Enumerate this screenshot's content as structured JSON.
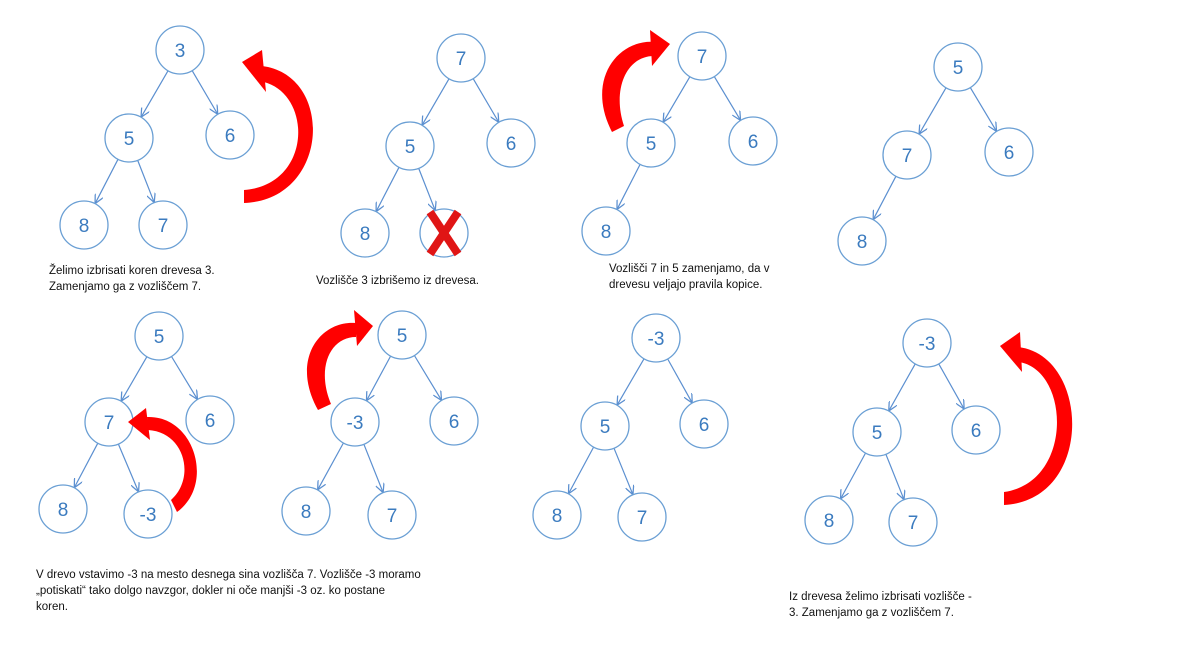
{
  "colors": {
    "node_text": "#3b7bbf",
    "node_stroke": "#6a9fd4",
    "edge": "#5b8fd0",
    "arrow": "#ff0000",
    "cross": "#e01515"
  },
  "steps": [
    {
      "id": "step-1",
      "nodes": [
        "3",
        "5",
        "6",
        "8",
        "7"
      ]
    },
    {
      "id": "step-2",
      "nodes": [
        "7",
        "5",
        "6",
        "8"
      ],
      "deleted_marker_icon": "x-mark-icon"
    },
    {
      "id": "step-3",
      "nodes": [
        "7",
        "5",
        "6",
        "8"
      ]
    },
    {
      "id": "step-4",
      "nodes": [
        "5",
        "7",
        "6",
        "8"
      ]
    },
    {
      "id": "step-5",
      "nodes": [
        "5",
        "7",
        "6",
        "8",
        "-3"
      ]
    },
    {
      "id": "step-6",
      "nodes": [
        "5",
        "-3",
        "6",
        "8",
        "7"
      ]
    },
    {
      "id": "step-7",
      "nodes": [
        "-3",
        "5",
        "6",
        "8",
        "7"
      ]
    },
    {
      "id": "step-8",
      "nodes": [
        "-3",
        "5",
        "6",
        "8",
        "7"
      ]
    }
  ],
  "captions": {
    "step_1": [
      "Želimo izbrisati koren drevesa 3.",
      "Zamenjamo ga z vozliščem 7."
    ],
    "step_2": [
      "Vozlišče 3 izbrišemo iz drevesa."
    ],
    "step_3": [
      "Vozlišči 7 in 5 zamenjamo, da v",
      "drevesu veljajo pravila kopice."
    ],
    "step_5": [
      "V drevo vstavimo -3 na mesto desnega sina vozlišča 7. Vozlišče -3 moramo",
      "„potiskati“ tako dolgo navzgor, dokler ni oče manjši -3 oz. ko postane",
      "koren."
    ],
    "step_8": [
      "Iz drevesa želimo izbrisati vozlišče -",
      "3. Zamenjamo ga z vozliščem 7."
    ]
  }
}
